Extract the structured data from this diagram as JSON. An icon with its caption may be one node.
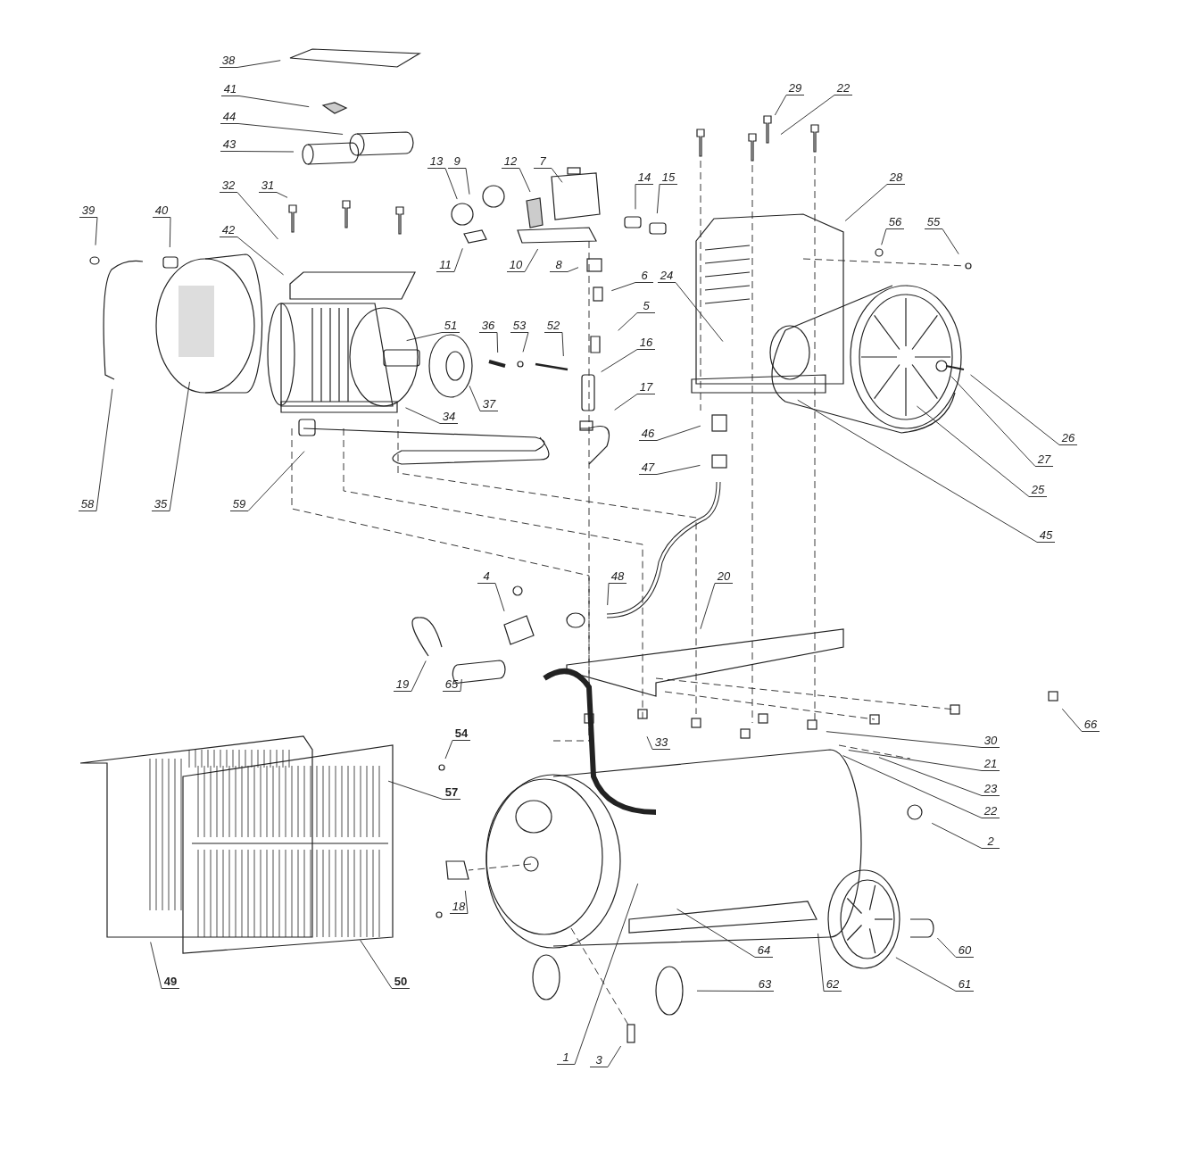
{
  "diagram": {
    "nodes": [
      {
        "text": [
          "38"
        ]
      },
      {
        "text": [
          "41"
        ]
      },
      {
        "text": [
          "29"
        ]
      },
      {
        "text": [
          "22"
        ]
      },
      {
        "text": [
          "44"
        ]
      },
      {
        "text": [
          "43"
        ]
      },
      {
        "text": [
          "13"
        ]
      },
      {
        "text": [
          "9"
        ]
      },
      {
        "text": [
          "12"
        ]
      },
      {
        "text": [
          "7"
        ]
      },
      {
        "text": [
          "14"
        ]
      },
      {
        "text": [
          "15"
        ]
      },
      {
        "text": [
          "28"
        ]
      },
      {
        "text": [
          "32"
        ]
      },
      {
        "text": [
          "31"
        ]
      },
      {
        "text": [
          "39"
        ]
      },
      {
        "text": [
          "40"
        ]
      },
      {
        "text": [
          "56"
        ]
      },
      {
        "text": [
          "55"
        ]
      },
      {
        "text": [
          "42"
        ]
      },
      {
        "text": [
          "11"
        ]
      },
      {
        "text": [
          "10"
        ]
      },
      {
        "text": [
          "8"
        ]
      },
      {
        "text": [
          "6"
        ]
      },
      {
        "text": [
          "24"
        ]
      },
      {
        "text": [
          "5"
        ]
      },
      {
        "text": [
          "51"
        ]
      },
      {
        "text": [
          "36"
        ]
      },
      {
        "text": [
          "53"
        ]
      },
      {
        "text": [
          "52"
        ]
      },
      {
        "text": [
          "37"
        ]
      },
      {
        "text": [
          "16"
        ]
      },
      {
        "text": [
          "17"
        ]
      },
      {
        "text": [
          "34"
        ]
      },
      {
        "text": [
          "46"
        ]
      },
      {
        "text": [
          "47"
        ]
      },
      {
        "text": [
          "26"
        ]
      },
      {
        "text": [
          "27"
        ]
      },
      {
        "text": [
          "25"
        ]
      },
      {
        "text": [
          "58"
        ]
      },
      {
        "text": [
          "35"
        ]
      },
      {
        "text": [
          "59"
        ]
      },
      {
        "text": [
          "45"
        ]
      },
      {
        "text": [
          "4"
        ]
      },
      {
        "text": [
          "48"
        ]
      },
      {
        "text": [
          "20"
        ]
      },
      {
        "text": [
          "19"
        ]
      },
      {
        "text": [
          "65"
        ]
      },
      {
        "text": [
          "66"
        ]
      },
      {
        "text": [
          "54"
        ]
      },
      {
        "text": [
          "33"
        ]
      },
      {
        "text": [
          "30"
        ]
      },
      {
        "text": [
          "21"
        ]
      },
      {
        "text": [
          "23"
        ]
      },
      {
        "text": [
          "22"
        ]
      },
      {
        "text": [
          "2"
        ]
      },
      {
        "text": [
          "57"
        ]
      },
      {
        "text": [
          "18"
        ]
      },
      {
        "text": [
          "64"
        ]
      },
      {
        "text": [
          "60"
        ]
      },
      {
        "text": [
          "61"
        ]
      },
      {
        "text": [
          "49"
        ]
      },
      {
        "text": [
          "50"
        ]
      },
      {
        "text": [
          "62"
        ]
      },
      {
        "text": [
          "63"
        ]
      },
      {
        "text": [
          "1"
        ]
      },
      {
        "text": [
          "3"
        ]
      }
    ],
    "edges": [
      {
        "from": 0,
        "to": null,
        "arrow": "none"
      },
      {
        "from": 1,
        "to": null,
        "arrow": "none"
      },
      {
        "from": 2,
        "to": null,
        "arrow": "none"
      },
      {
        "from": 3,
        "to": null,
        "arrow": "none"
      },
      {
        "from": 4,
        "to": null,
        "arrow": "none"
      },
      {
        "from": 5,
        "to": null,
        "arrow": "none"
      },
      {
        "from": 6,
        "to": null,
        "arrow": "none"
      },
      {
        "from": 7,
        "to": null,
        "arrow": "none"
      },
      {
        "from": 8,
        "to": null,
        "arrow": "none"
      },
      {
        "from": 9,
        "to": null,
        "arrow": "none"
      },
      {
        "from": 10,
        "to": null,
        "arrow": "none"
      },
      {
        "from": 11,
        "to": null,
        "arrow": "none"
      },
      {
        "from": 12,
        "to": null,
        "arrow": "none"
      },
      {
        "from": 13,
        "to": null,
        "arrow": "none"
      },
      {
        "from": 14,
        "to": null,
        "arrow": "none"
      },
      {
        "from": 15,
        "to": null,
        "arrow": "none"
      },
      {
        "from": 16,
        "to": null,
        "arrow": "none"
      },
      {
        "from": 17,
        "to": null,
        "arrow": "none"
      },
      {
        "from": 18,
        "to": null,
        "arrow": "none"
      },
      {
        "from": 19,
        "to": null,
        "arrow": "none"
      },
      {
        "from": 20,
        "to": null,
        "arrow": "none"
      },
      {
        "from": 21,
        "to": null,
        "arrow": "none"
      },
      {
        "from": 22,
        "to": null,
        "arrow": "none"
      },
      {
        "from": 23,
        "to": null,
        "arrow": "none"
      },
      {
        "from": 24,
        "to": null,
        "arrow": "none"
      },
      {
        "from": 25,
        "to": null,
        "arrow": "none"
      },
      {
        "from": 26,
        "to": null,
        "arrow": "none"
      },
      {
        "from": 27,
        "to": null,
        "arrow": "none"
      },
      {
        "from": 28,
        "to": null,
        "arrow": "none"
      },
      {
        "from": 29,
        "to": null,
        "arrow": "none"
      },
      {
        "from": 30,
        "to": null,
        "arrow": "none"
      },
      {
        "from": 31,
        "to": null,
        "arrow": "none"
      },
      {
        "from": 32,
        "to": null,
        "arrow": "none"
      },
      {
        "from": 33,
        "to": null,
        "arrow": "none"
      },
      {
        "from": 34,
        "to": null,
        "arrow": "none"
      },
      {
        "from": 35,
        "to": null,
        "arrow": "none"
      },
      {
        "from": 36,
        "to": null,
        "arrow": "none"
      },
      {
        "from": 37,
        "to": null,
        "arrow": "none"
      },
      {
        "from": 38,
        "to": null,
        "arrow": "none"
      },
      {
        "from": 39,
        "to": null,
        "arrow": "none"
      },
      {
        "from": 40,
        "to": null,
        "arrow": "none"
      },
      {
        "from": 41,
        "to": null,
        "arrow": "none"
      },
      {
        "from": 42,
        "to": null,
        "arrow": "none"
      },
      {
        "from": 43,
        "to": null,
        "arrow": "none"
      },
      {
        "from": 44,
        "to": null,
        "arrow": "none"
      },
      {
        "from": 45,
        "to": null,
        "arrow": "none"
      },
      {
        "from": 46,
        "to": null,
        "arrow": "none"
      },
      {
        "from": 47,
        "to": null,
        "arrow": "none"
      },
      {
        "from": 48,
        "to": null,
        "arrow": "none"
      },
      {
        "from": 49,
        "to": null,
        "arrow": "none"
      },
      {
        "from": 50,
        "to": null,
        "arrow": "none"
      },
      {
        "from": 51,
        "to": null,
        "arrow": "none"
      },
      {
        "from": 52,
        "to": null,
        "arrow": "none"
      },
      {
        "from": 53,
        "to": null,
        "arrow": "none"
      },
      {
        "from": 54,
        "to": null,
        "arrow": "none"
      },
      {
        "from": 55,
        "to": null,
        "arrow": "none"
      },
      {
        "from": 56,
        "to": null,
        "arrow": "none"
      },
      {
        "from": 57,
        "to": null,
        "arrow": "none"
      },
      {
        "from": 58,
        "to": null,
        "arrow": "none"
      },
      {
        "from": 59,
        "to": null,
        "arrow": "none"
      },
      {
        "from": 60,
        "to": null,
        "arrow": "none"
      },
      {
        "from": 61,
        "to": null,
        "arrow": "none"
      },
      {
        "from": 62,
        "to": null,
        "arrow": "none"
      },
      {
        "from": 63,
        "to": null,
        "arrow": "none"
      },
      {
        "from": 64,
        "to": null,
        "arrow": "none"
      },
      {
        "from": 65,
        "to": null,
        "arrow": "none"
      },
      {
        "from": 66,
        "to": null,
        "arrow": "none"
      }
    ]
  }
}
